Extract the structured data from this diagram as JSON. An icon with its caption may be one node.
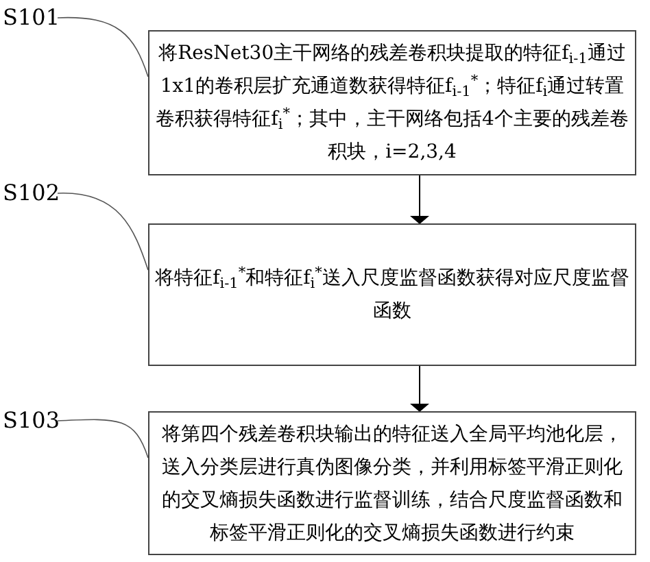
{
  "diagram": {
    "nodes": [
      {
        "text": [
          "S101"
        ]
      },
      {
        "text": [
          "将ResNet30主干网络的残差卷积块提取的特征f$_{i-1}$通过1x1的卷积层扩充通道数获得特征f$_{i-1}$$^{*}$；特征f$_{i}$通过转置卷积获得特征f$_{i}$$^{*}$；其中，主干网络包括4个主要的残差卷积块，i=2,3,4"
        ]
      },
      {
        "text": [
          "S102"
        ]
      },
      {
        "text": [
          "将特征f$_{i-1}$$^{*}$和特征f$_{i}$$^{*}$送入尺度监督函数获得对应尺度监督函数"
        ]
      },
      {
        "text": [
          "S103"
        ]
      },
      {
        "text": [
          "将第四个残差卷积块输出的特征送入全局平均池化层，送入分类层进行真伪图像分类，并利用标签平滑正则化的交叉熵损失函数进行监督训练，结合尺度监督函数和标签平滑正则化的交叉熵损失函数进行约束"
        ]
      }
    ],
    "edges": [
      {
        "from": 1,
        "to": 3,
        "arrow": "to"
      },
      {
        "from": 3,
        "to": 5,
        "arrow": "to"
      },
      {
        "from": 0,
        "to": 1,
        "arrow": "none"
      },
      {
        "from": 2,
        "to": 3,
        "arrow": "none"
      },
      {
        "from": 4,
        "to": 5,
        "arrow": "none"
      }
    ]
  }
}
